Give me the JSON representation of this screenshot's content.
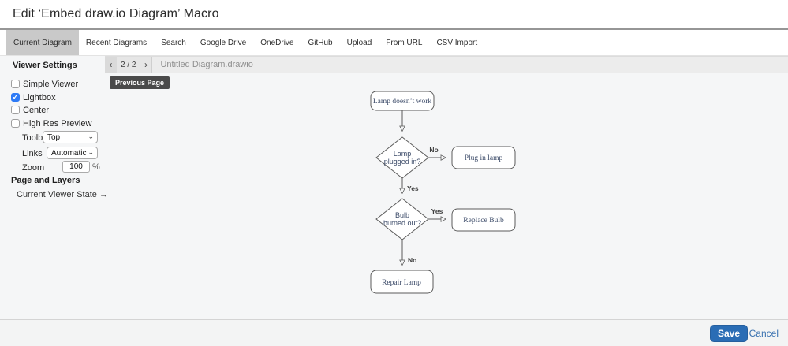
{
  "window": {
    "title": "Edit ‘Embed draw.io Diagram’ Macro"
  },
  "tabs": {
    "active": "Current Diagram",
    "items": [
      "Current Diagram",
      "Recent Diagrams",
      "Search",
      "Google Drive",
      "OneDrive",
      "GitHub",
      "Upload",
      "From URL",
      "CSV Import"
    ]
  },
  "pagebar": {
    "page_indicator": "2 / 2",
    "filename": "Untitled Diagram.drawio",
    "tooltip": "Previous Page"
  },
  "icons": {
    "chevron_left": "‹",
    "chevron_right": "›",
    "chevron_down": "⌄",
    "checkmark": "✓"
  },
  "sidebar": {
    "viewer_settings_heading": "Viewer Settings",
    "checkboxes": [
      {
        "label": "Simple Viewer",
        "checked": false
      },
      {
        "label": "Lightbox",
        "checked": true
      },
      {
        "label": "Center",
        "checked": false
      },
      {
        "label": "High Res Preview",
        "checked": false
      }
    ],
    "toolbar": {
      "label": "Toolbar",
      "value": "Top"
    },
    "links": {
      "label": "Links",
      "value": "Automatic"
    },
    "zoom": {
      "label": "Zoom",
      "value": "100",
      "unit": "%"
    },
    "page_layers_heading": "Page and Layers",
    "current_viewer_state": "Current Viewer State →"
  },
  "flowchart": {
    "nodes": {
      "start": "Lamp doesn’t work",
      "decision1_line1": "Lamp",
      "decision1_line2": "plugged in?",
      "action_no1": "Plug in lamp",
      "decision2_line1": "Bulb",
      "decision2_line2": "burned out?",
      "action_yes2": "Replace Bulb",
      "end": "Repair Lamp"
    },
    "edge_labels": {
      "no1": "No",
      "yes1": "Yes",
      "yes2": "Yes",
      "no2": "No"
    }
  },
  "footer": {
    "save_label": "Save",
    "cancel_label": "Cancel"
  },
  "colors": {
    "accent_blue": "#2a6db5",
    "link_blue": "#3a72b0",
    "checkbox_blue": "#2e7bf6",
    "active_tab_gray": "#c9c9c9",
    "diagram_text": "#3b4a68",
    "shape_stroke": "#5b5b5b"
  }
}
